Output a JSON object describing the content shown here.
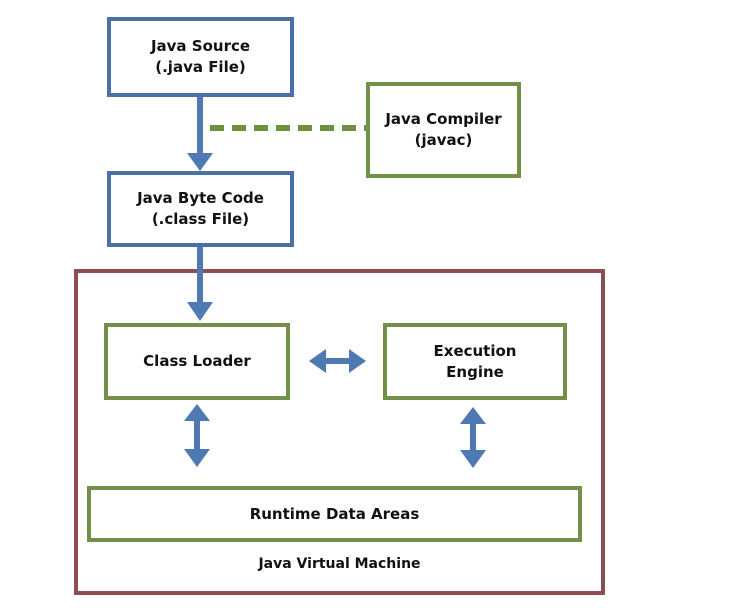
{
  "diagram": {
    "java_source": {
      "line1": "Java Source",
      "line2": "(.java File)"
    },
    "java_compiler": {
      "line1": "Java Compiler",
      "line2": "(javac)"
    },
    "byte_code": {
      "line1": "Java Byte Code",
      "line2": "(.class File)"
    },
    "class_loader": {
      "label": "Class Loader"
    },
    "execution_engine": {
      "line1": "Execution",
      "line2": "Engine"
    },
    "runtime_data": {
      "label": "Runtime Data Areas"
    },
    "jvm": {
      "label": "Java Virtual Machine"
    }
  },
  "colors": {
    "blue": "#4a70a8",
    "green": "#73904a",
    "maroon": "#8c4e52",
    "arrow": "#4f79b3",
    "dash": "#6f8f3f"
  }
}
